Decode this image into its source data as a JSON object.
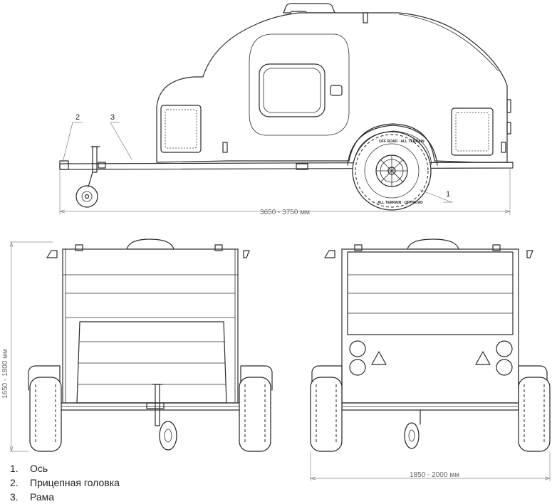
{
  "dimensions": {
    "length": "3650 - 3750 мм",
    "height": "1650 - 1800 мм",
    "width": "1850 - 2000 мм"
  },
  "callouts": [
    "1",
    "2",
    "3"
  ],
  "tire_text": {
    "brand_top": "OFF ROAD · ALL TERRAIN",
    "brand_bottom": "ALL TERRAIN · OFF ROAD"
  },
  "legend": [
    {
      "num": "1.",
      "label": "Ось"
    },
    {
      "num": "2.",
      "label": "Прицепная головка"
    },
    {
      "num": "3.",
      "label": "Рама"
    }
  ],
  "colors": {
    "line": "#2b2b2b",
    "dimension": "#8a8a8a",
    "background": "#ffffff"
  }
}
